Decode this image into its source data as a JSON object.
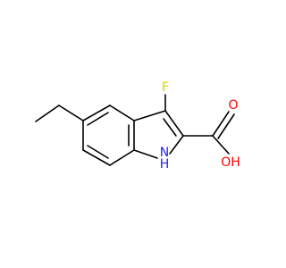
{
  "molecule": {
    "atoms": {
      "F": {
        "text": "F",
        "color": "#d4d400"
      },
      "O_carbonyl": {
        "text": "O",
        "color": "#ff0000"
      },
      "O_hydroxyl": {
        "text": "OH",
        "color": "#ff0000"
      },
      "N": {
        "text": "N",
        "color": "#2020ff"
      },
      "H_on_N": {
        "text": "H",
        "color": "#2020ff"
      }
    },
    "bond_color": "#000000"
  }
}
